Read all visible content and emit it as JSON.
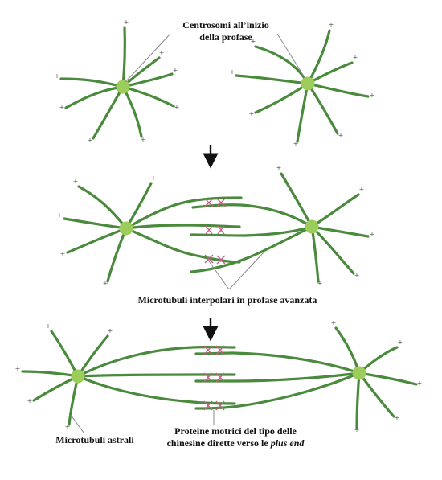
{
  "labels": {
    "centrosomes_line1": "Centrosomi all’inizio",
    "centrosomes_line2": "della profase",
    "interpolar": "Microtubuli interpolari in profase avanzata",
    "astral": "Microtubuli astrali",
    "motors_line1": "Proteine motrici del tipo delle",
    "motors_line2_prefix": "chinesine dirette verso le ",
    "motors_line2_italic": "plus end"
  },
  "symbols": {
    "plus_end": "+"
  },
  "colors": {
    "microtubule": "#4a8a3c",
    "centrosome": "#9ccc5a",
    "motor_protein": "#cc5c8a",
    "arrow": "#111111",
    "pointer_line": "#8a8a8a"
  }
}
